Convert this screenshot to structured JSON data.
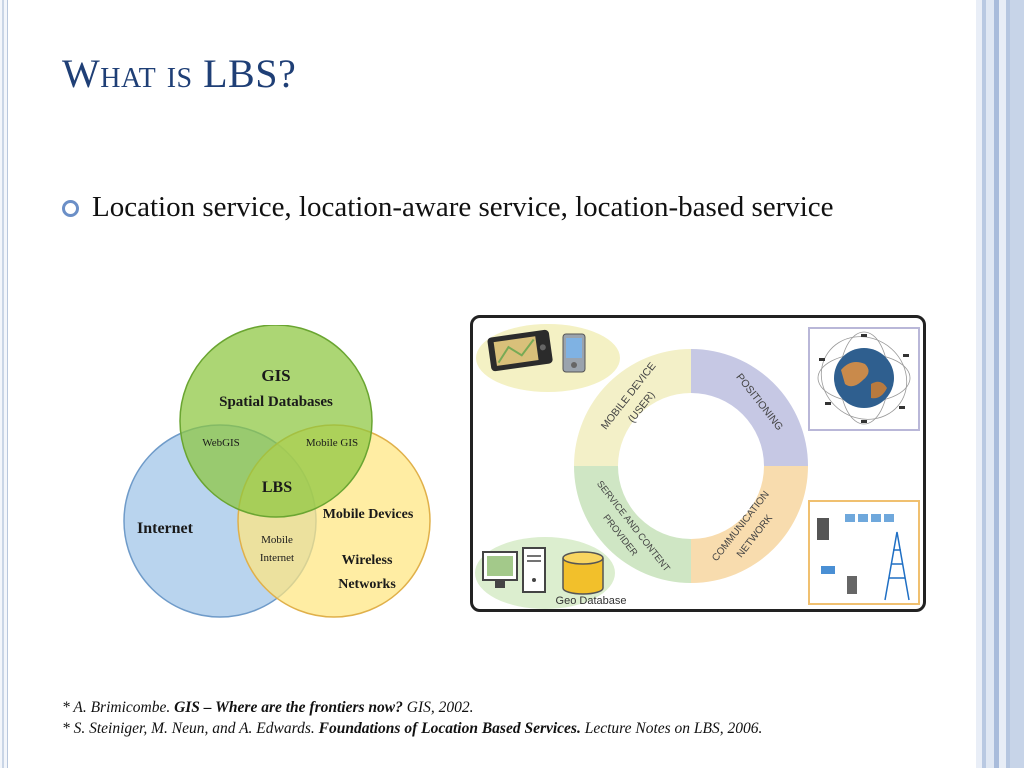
{
  "slide": {
    "title": "What is LBS?",
    "bullet": "Location service, location-aware service, location-based service"
  },
  "venn": {
    "circles": {
      "gis": "GIS",
      "spatial": "Spatial Databases",
      "internet": "Internet",
      "mobile_devices": "Mobile Devices",
      "wireless": "Wireless",
      "networks": "Networks"
    },
    "overlaps": {
      "webgis": "WebGIS",
      "mobile_gis": "Mobile GIS",
      "lbs": "LBS",
      "mobile": "Mobile",
      "internet": "Internet"
    }
  },
  "cycle": {
    "mobile_device_line1": "MOBILE DEVICE",
    "mobile_device_line2": "(USER)",
    "positioning": "POSITIONING",
    "communication_line1": "COMMUNICATION",
    "communication_line2": "NETWORK",
    "service_line1": "SERVICE AND CONTENT",
    "service_line2": "PROVIDER",
    "geo_database": "Geo Database"
  },
  "references": [
    {
      "prefix": "* A. Brimicombe. ",
      "bold": "GIS – Where are the frontiers now?",
      "suffix": " GIS, 2002."
    },
    {
      "prefix": "* S. Steiniger, M. Neun, and A. Edwards. ",
      "bold": "Foundations of Location Based Services.",
      "suffix": " Lecture Notes on LBS, 2006."
    }
  ],
  "colors": {
    "title": "#1f3f76",
    "bullet_ring": "#6b8fc7",
    "gis_circle": "#8cc63f",
    "internet_circle": "#9ec4e8",
    "mobile_circle": "#ffe680",
    "seg_mobile": "#f3f0c8",
    "seg_positioning": "#c6c8e4",
    "seg_communication": "#f8dcae",
    "seg_service": "#cfe6c4"
  }
}
